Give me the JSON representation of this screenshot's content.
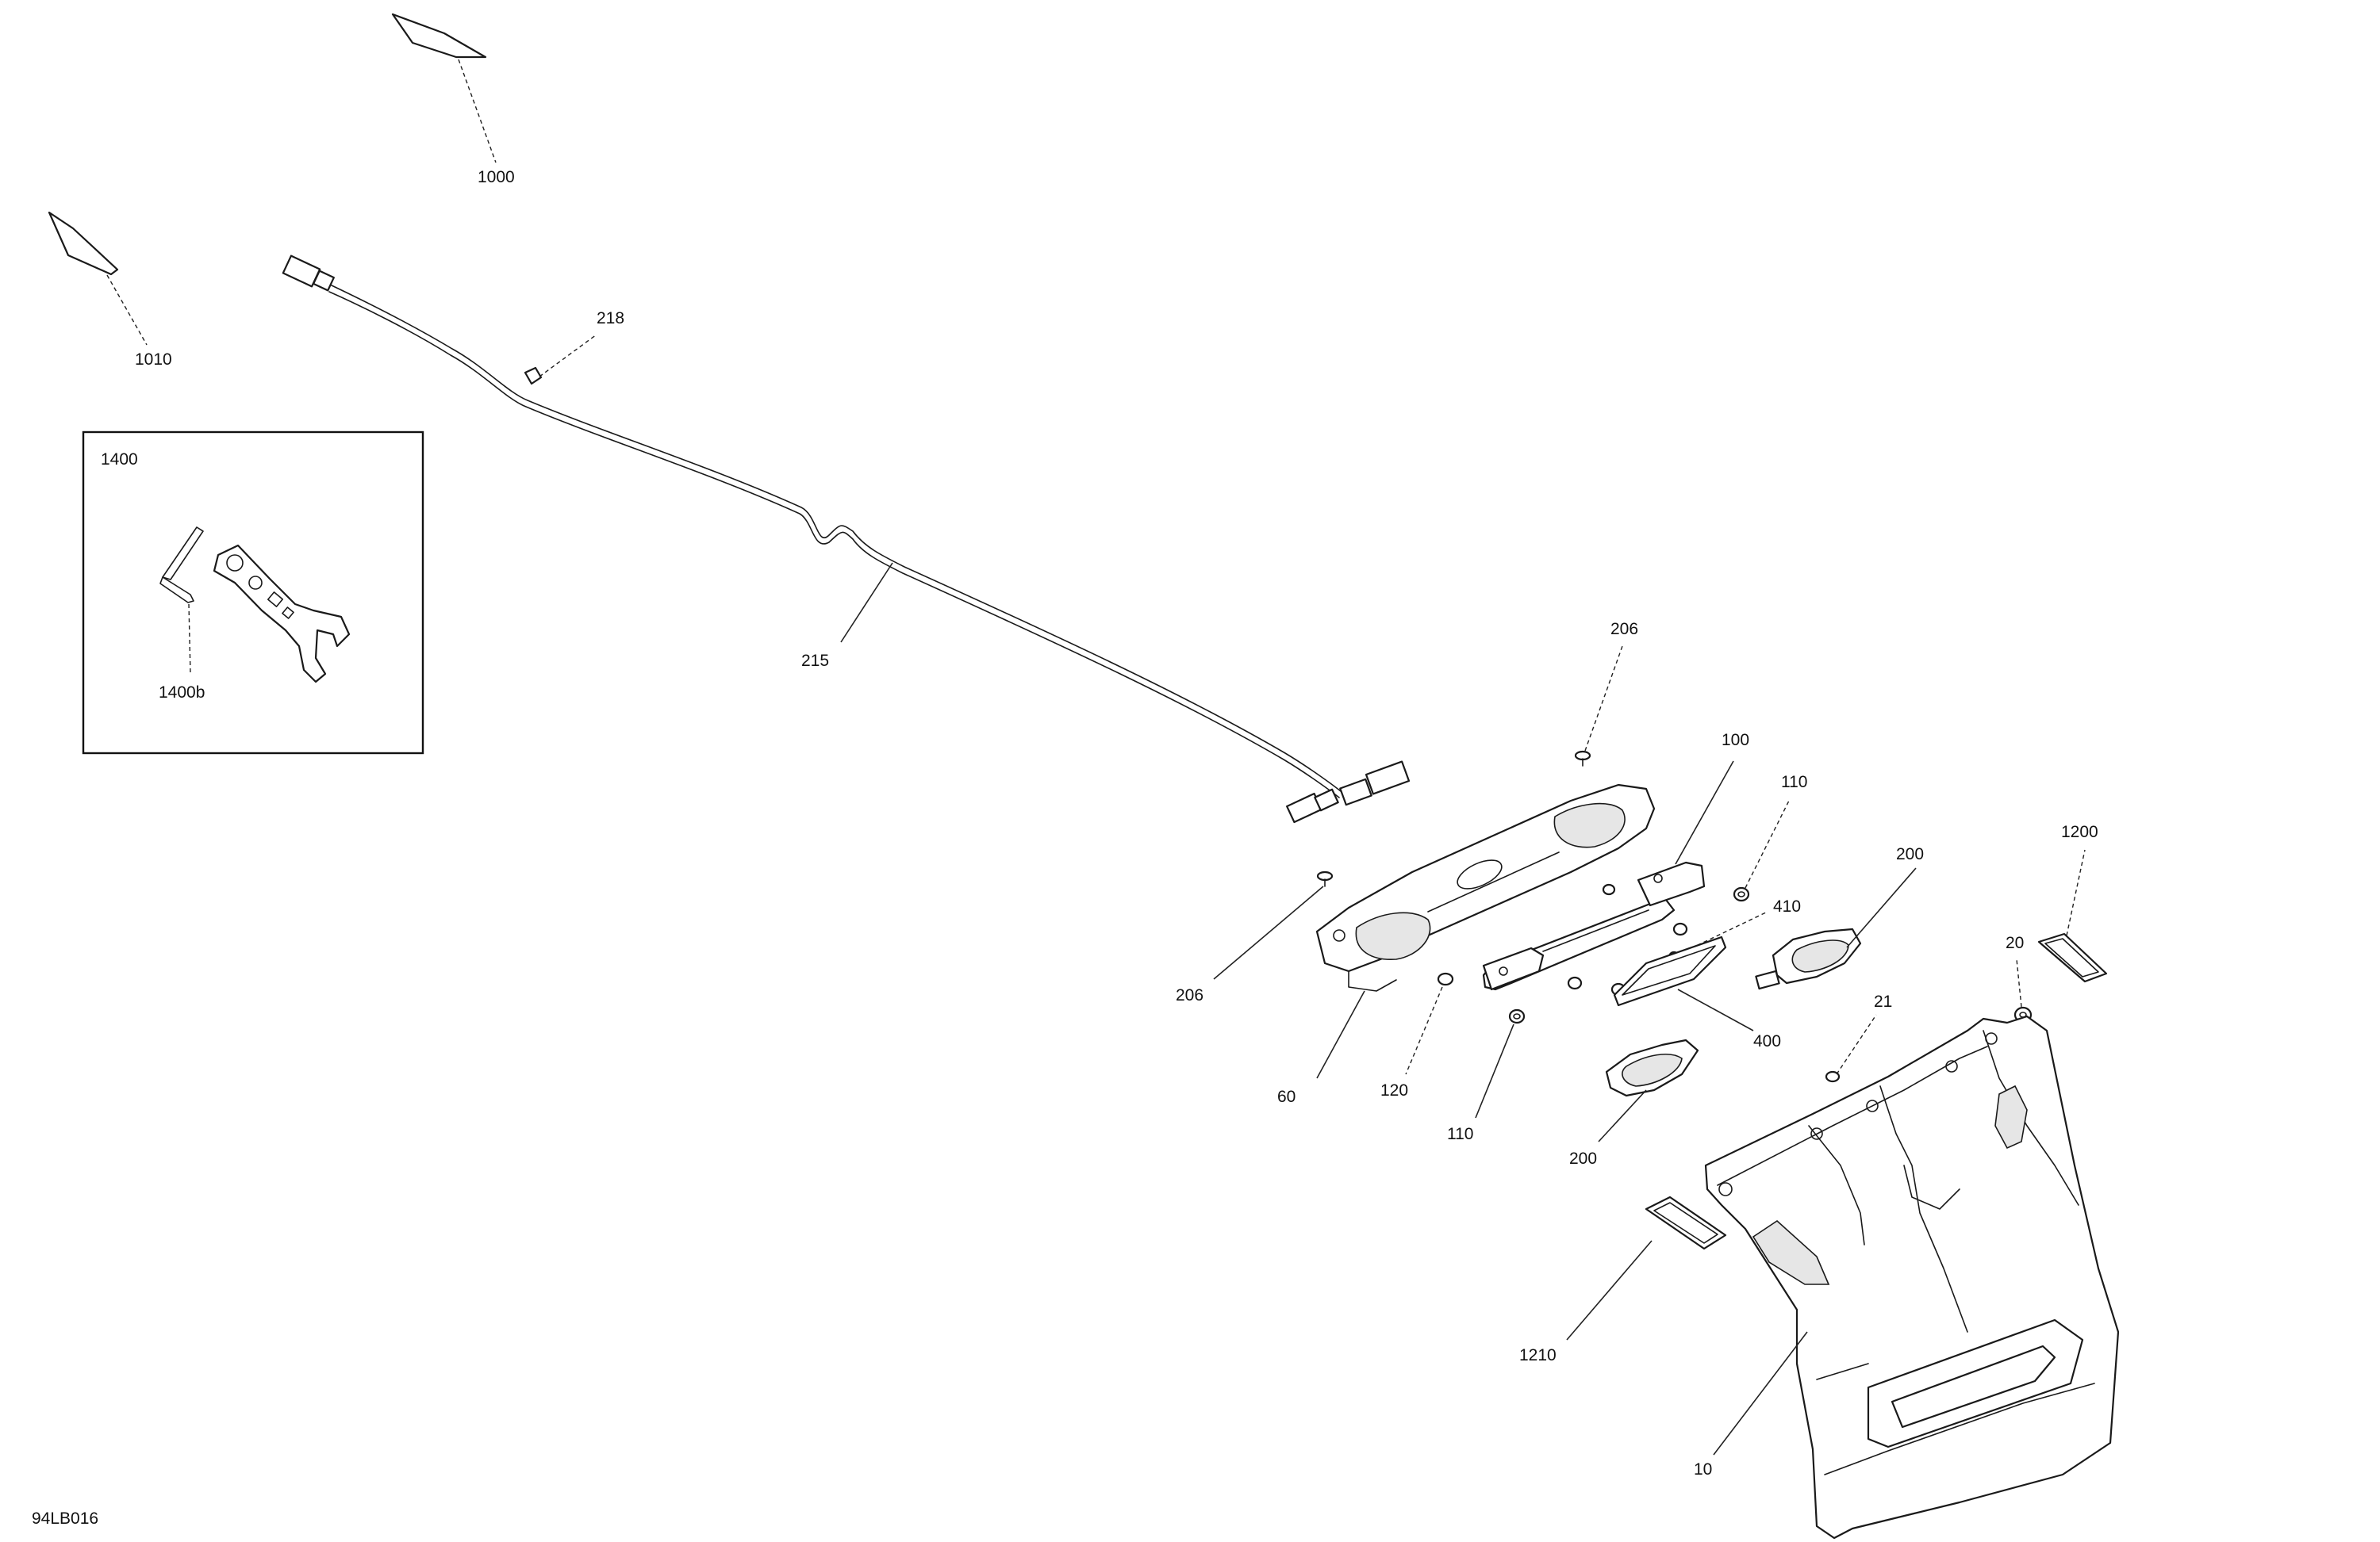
{
  "diagram": {
    "drawing_code": "94LB016",
    "kit_box_label": "1400",
    "callouts": {
      "c1000": "1000",
      "c1010": "1010",
      "c218": "218",
      "c215": "215",
      "c1400b": "1400b",
      "c206a": "206",
      "c206b": "206",
      "c100": "100",
      "c110a": "110",
      "c110b": "110",
      "c410": "410",
      "c200a": "200",
      "c200b": "200",
      "c1200": "1200",
      "c20": "20",
      "c21": "21",
      "c400": "400",
      "c120": "120",
      "c60": "60",
      "c1210": "1210",
      "c10": "10"
    }
  }
}
